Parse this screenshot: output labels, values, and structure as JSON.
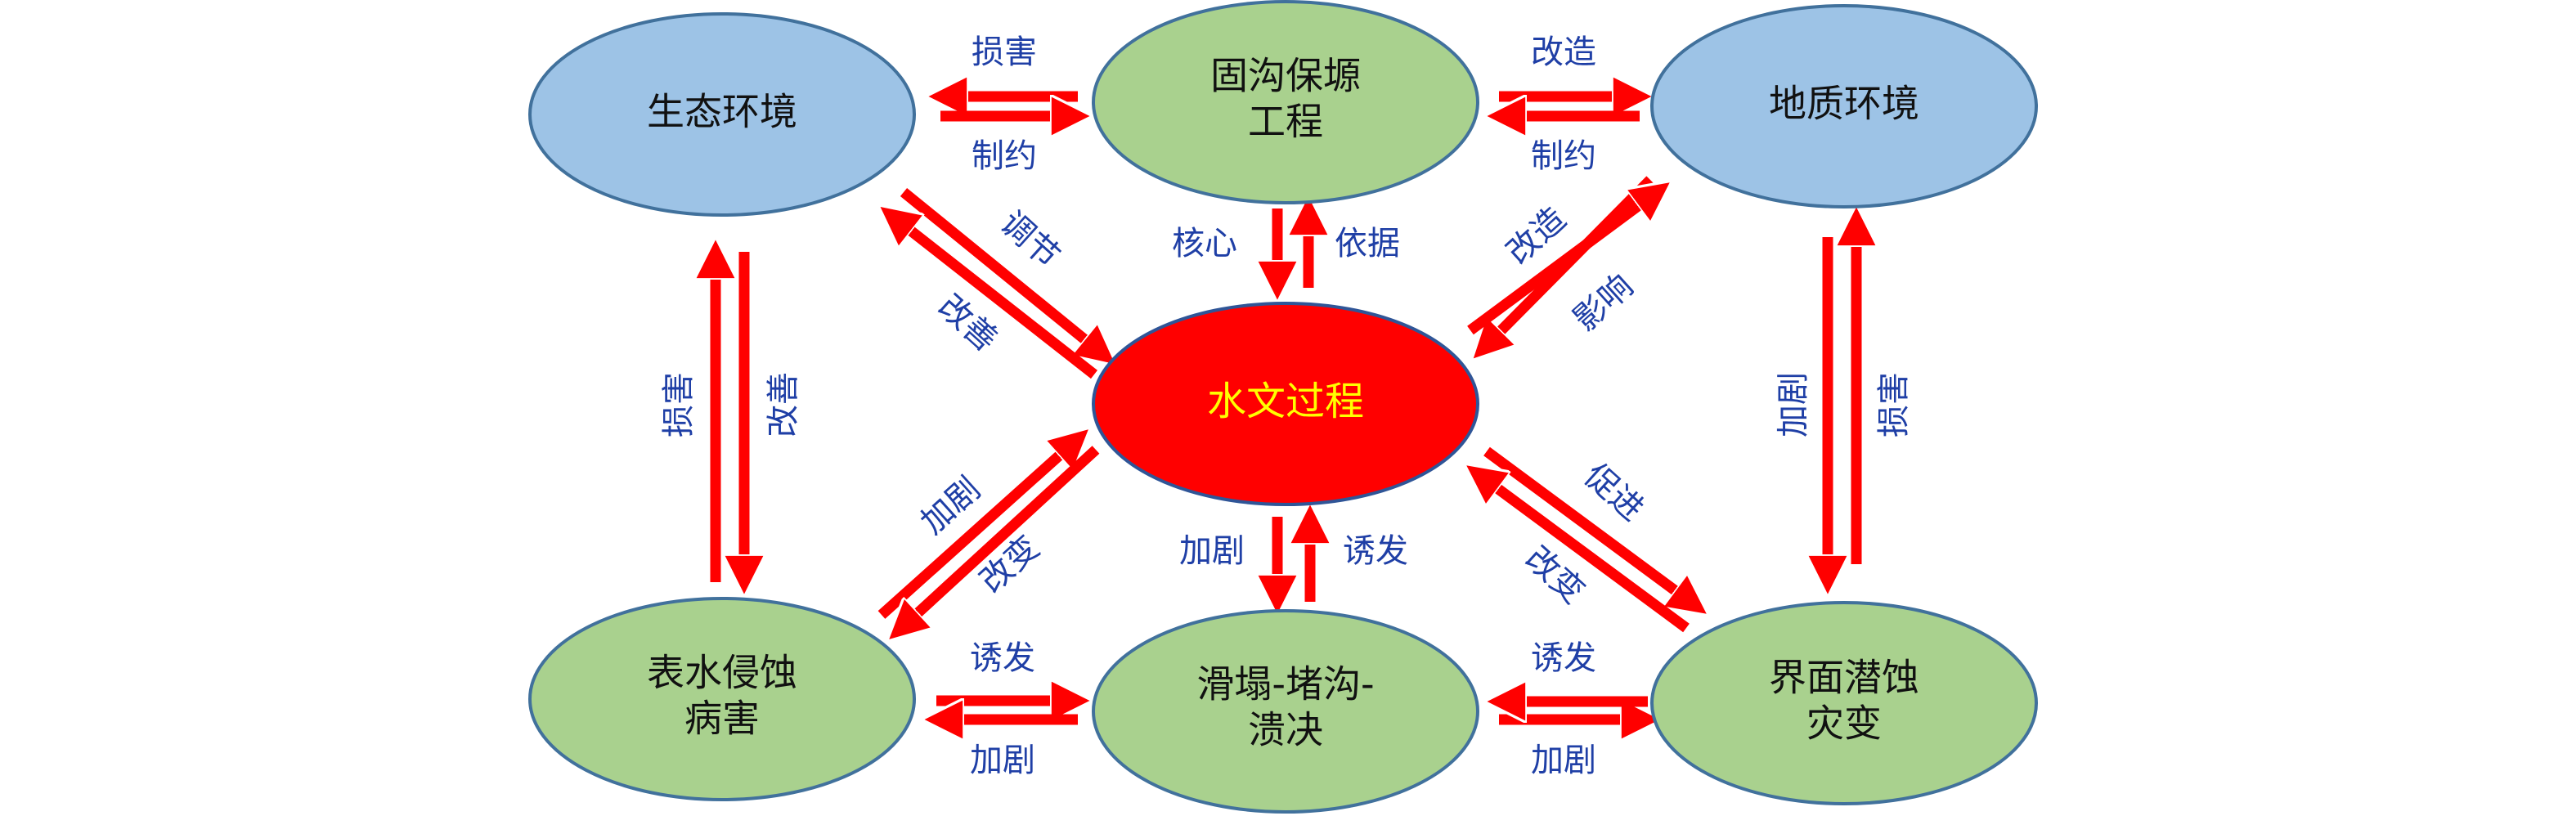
{
  "colors": {
    "blue_node": "#9dc3e6",
    "green_node": "#a9d18e",
    "center_node": "#ff0000",
    "node_border": "#41719c",
    "arrow": "#ff0000",
    "arrow_outline": "#ffffff",
    "label": "#1f3fa6",
    "center_text": "#ffff00"
  },
  "nodes": {
    "ecology": {
      "lines": [
        "生态环境"
      ]
    },
    "gully": {
      "lines": [
        "固沟保塬",
        "工程"
      ]
    },
    "geology": {
      "lines": [
        "地质环境"
      ]
    },
    "hydro": {
      "lines": [
        "水文过程"
      ]
    },
    "surface_erosion": {
      "lines": [
        "表水侵蚀",
        "病害"
      ]
    },
    "landslide": {
      "lines": [
        "滑塌-堵沟-",
        "溃决"
      ]
    },
    "interface": {
      "lines": [
        "界面潜蚀",
        "灾变"
      ]
    }
  },
  "labels": {
    "eco_gully_top": "损害",
    "eco_gully_bottom": "制约",
    "gully_geo_top": "改造",
    "gully_geo_bottom": "制约",
    "gully_hydro_left": "核心",
    "gully_hydro_right": "依据",
    "eco_hydro_a": "调节",
    "eco_hydro_b": "改善",
    "geo_hydro_a": "改造",
    "geo_hydro_b": "影响",
    "eco_surface_a": "损害",
    "eco_surface_b": "改善",
    "geo_interface_a": "加剧",
    "geo_interface_b": "损害",
    "surface_hydro_a": "加剧",
    "surface_hydro_b": "改变",
    "hydro_landslide_left": "加剧",
    "hydro_landslide_right": "诱发",
    "hydro_interface_a": "促进",
    "hydro_interface_b": "改变",
    "surface_landslide_top": "诱发",
    "surface_landslide_bottom": "加剧",
    "landslide_interface_top": "诱发",
    "landslide_interface_bottom": "加剧"
  }
}
